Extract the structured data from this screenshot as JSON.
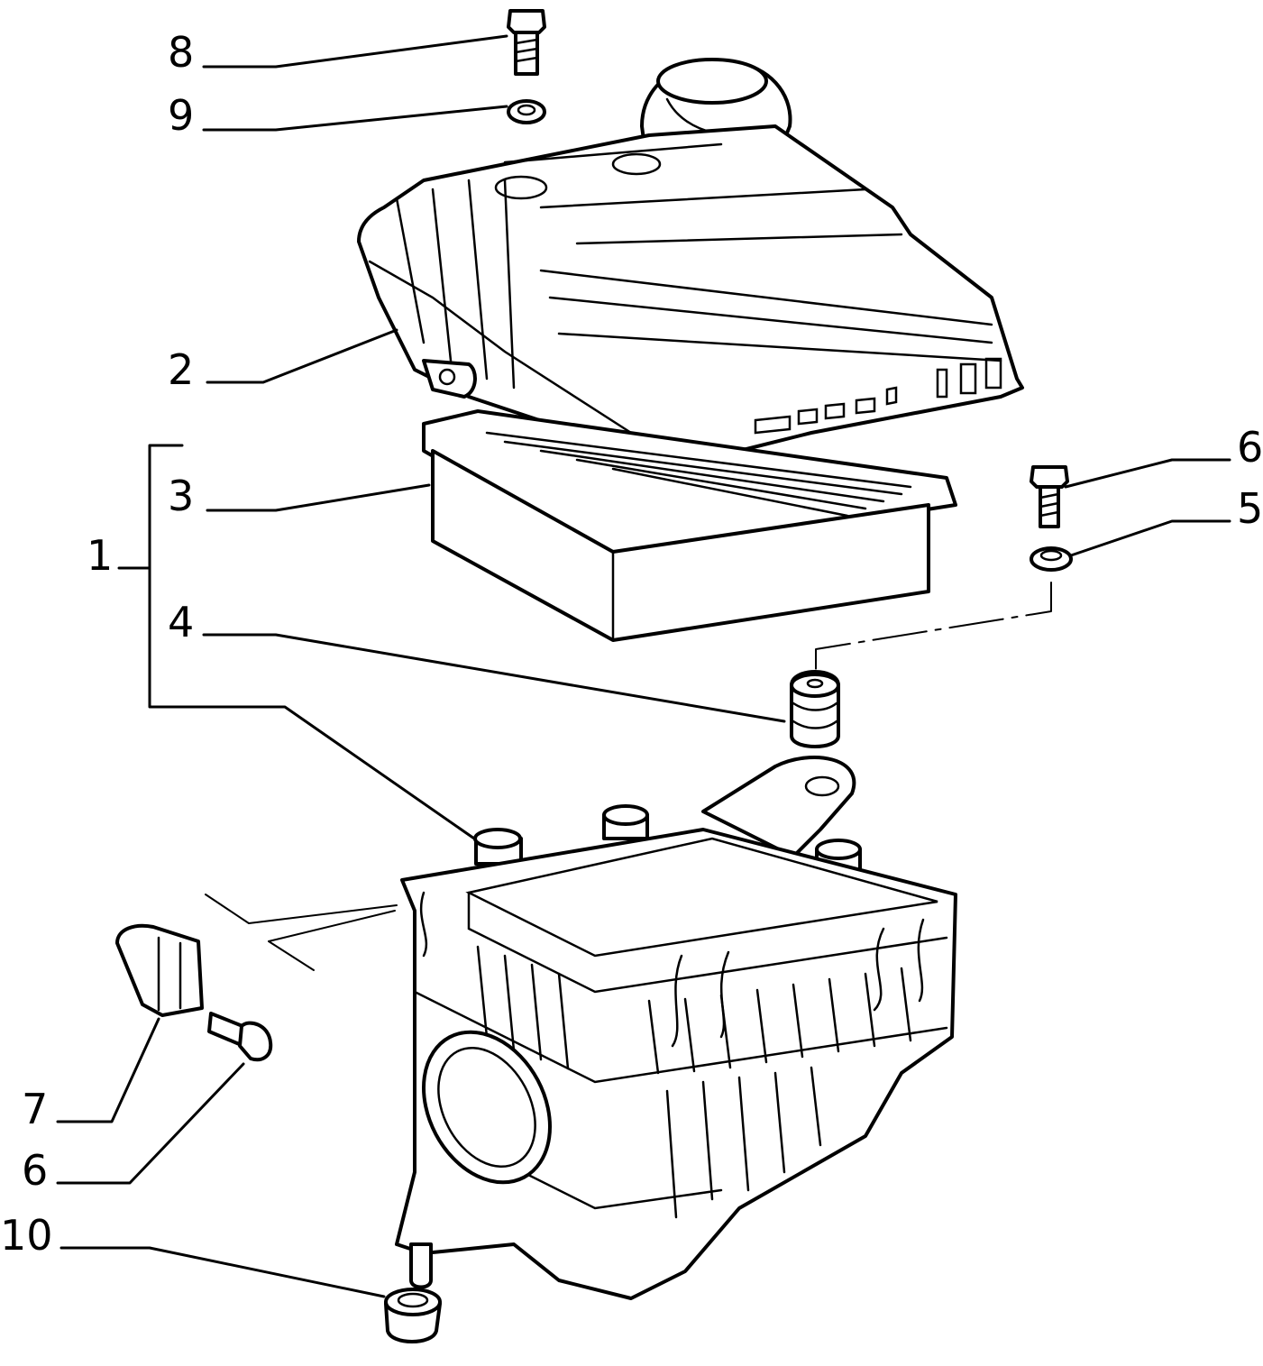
{
  "callouts": [
    {
      "id": "8",
      "text": "8"
    },
    {
      "id": "9",
      "text": "9"
    },
    {
      "id": "2",
      "text": "2"
    },
    {
      "id": "3",
      "text": "3"
    },
    {
      "id": "1",
      "text": "1"
    },
    {
      "id": "4",
      "text": "4"
    },
    {
      "id": "6a",
      "text": "6"
    },
    {
      "id": "5",
      "text": "5"
    },
    {
      "id": "7",
      "text": "7"
    },
    {
      "id": "6b",
      "text": "6"
    },
    {
      "id": "10",
      "text": "10"
    }
  ]
}
